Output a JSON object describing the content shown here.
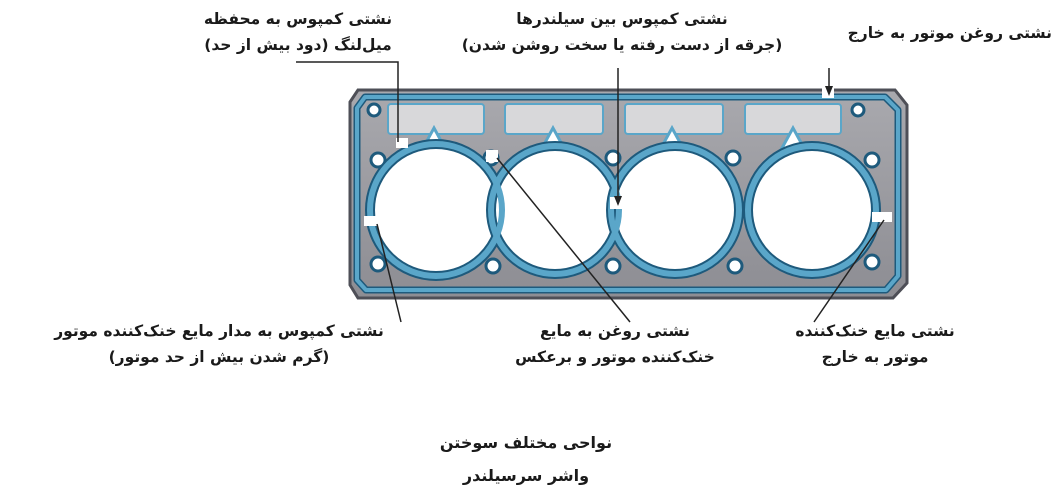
{
  "labels": {
    "crankcase": {
      "line1": "نشتی کمپوس به محفظه",
      "line2": "میل‌لنگ (دود بیش از حد)"
    },
    "between_cylinders": {
      "line1": "نشتی کمپوس بین سیلندرها",
      "line2": "(جرقه از دست رفته یا سخت روشن شدن)"
    },
    "oil_out": {
      "line1": "نشتی روغن موتور به خارج"
    },
    "compression_to_coolant": {
      "line1": "نشتی کمپوس به مدار مایع خنک‌کننده موتور",
      "line2": "(گرم شدن بیش از حد موتور)"
    },
    "oil_to_coolant": {
      "line1": "نشتی روغن به مایع",
      "line2": "خنک‌کننده موتور و برعکس"
    },
    "coolant_out": {
      "line1": "نشتی مایع خنک‌کننده",
      "line2": "موتور به  خارج"
    }
  },
  "caption": {
    "line1": "نواحی مختلف سوختن",
    "line2": "واشر سرسیلندر"
  },
  "colors": {
    "gasket_metal": "#9a9aa0",
    "gasket_edge": "#4e4f57",
    "seal_blue": "#5aa6c9",
    "seal_edge": "#1e5a7c",
    "leader": "#222222"
  }
}
